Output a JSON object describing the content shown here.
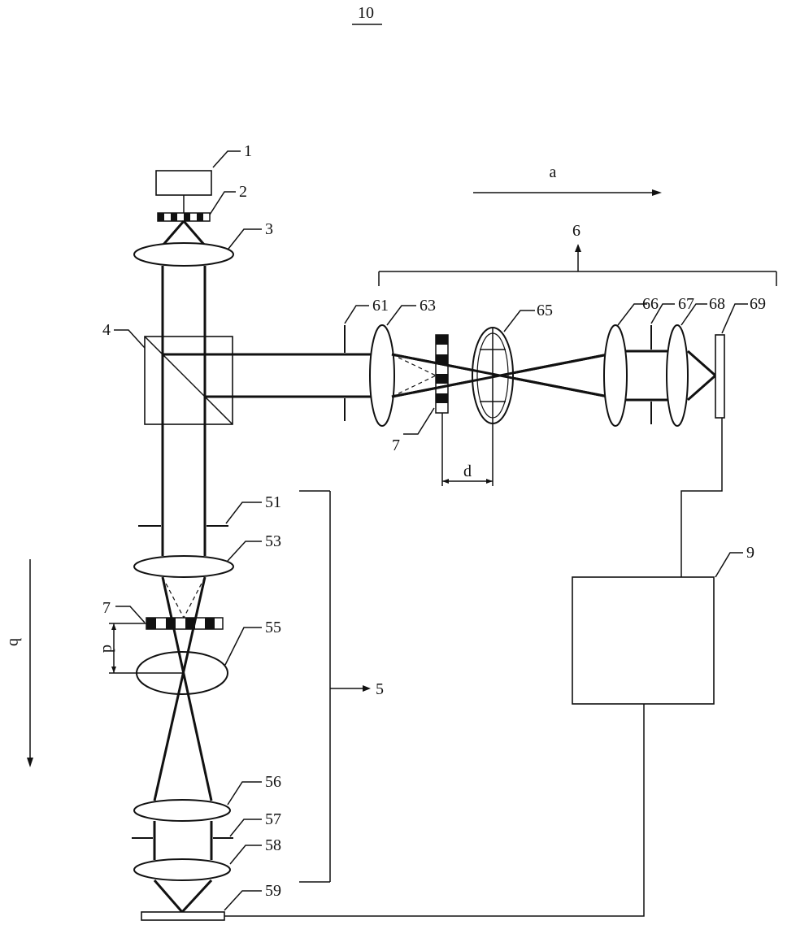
{
  "figure_number": "10",
  "direction_labels": {
    "a": "a",
    "b": "b",
    "d_horizontal": "d",
    "d_vertical": "d"
  },
  "labels": {
    "c1": "1",
    "c2": "2",
    "c3": "3",
    "c4": "4",
    "c5": "5",
    "c51": "51",
    "c53": "53",
    "c55": "55",
    "c56": "56",
    "c57": "57",
    "c58": "58",
    "c59": "59",
    "c6": "6",
    "c61": "61",
    "c63": "63",
    "c65": "65",
    "c66": "66",
    "c67": "67",
    "c68": "68",
    "c69": "69",
    "c7a": "7",
    "c7b": "7",
    "c9": "9"
  }
}
